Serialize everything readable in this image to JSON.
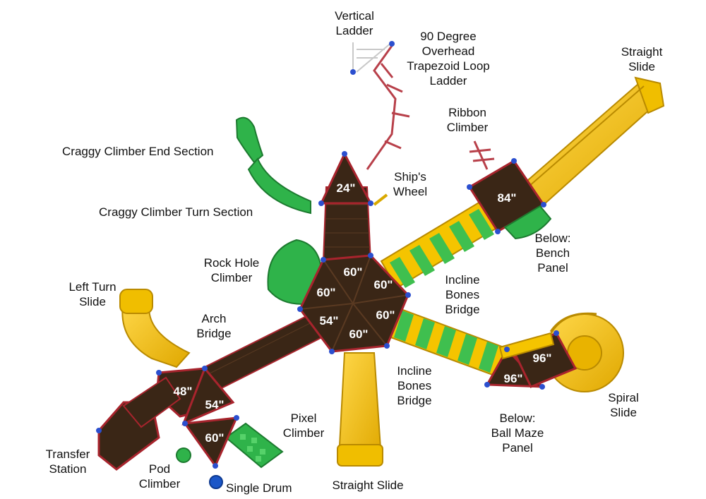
{
  "heights": {
    "tower_24": "24\"",
    "deck_84": "84\"",
    "hub_top": "60\"",
    "hub_left": "60\"",
    "hub_right": "60\"",
    "hub_lower_left": "54\"",
    "hub_lower_right": "60\"",
    "hub_bottom": "60\"",
    "deck_48": "48\"",
    "deck_54": "54\"",
    "deck_60_low": "60\"",
    "deck_96_left": "96\"",
    "deck_96_right": "96\""
  },
  "labels": {
    "vertical_ladder": "Vertical\nLadder",
    "overhead_ladder": "90 Degree\nOverhead\nTrapezoid Loop\nLadder",
    "straight_slide_top": "Straight\nSlide",
    "ribbon_climber": "Ribbon\nClimber",
    "craggy_end": "Craggy Climber End Section",
    "ships_wheel": "Ship's\nWheel",
    "craggy_turn": "Craggy Climber Turn Section",
    "bench_panel": "Below:\nBench\nPanel",
    "rock_hole": "Rock Hole\nClimber",
    "incline_bridge_upper": "Incline\nBones\nBridge",
    "left_turn_slide": "Left Turn\nSlide",
    "arch_bridge": "Arch\nBridge",
    "incline_bridge_lower": "Incline\nBones\nBridge",
    "spiral_slide": "Spiral\nSlide",
    "ball_maze": "Below:\nBall Maze\nPanel",
    "pixel_climber": "Pixel\nClimber",
    "transfer_station": "Transfer\nStation",
    "pod_climber": "Pod\nClimber",
    "single_drum": "Single Drum",
    "straight_slide_bottom": "Straight Slide"
  },
  "colors": {
    "deck": "#3a2616",
    "roof_edge": "#a8242d",
    "slide_yellow": "#f3c200",
    "slide_shade": "#c99400",
    "climber_green": "#2fb34a",
    "bridge_green": "#3fbf4f",
    "bridge_yellow": "#f5c400",
    "clamp_blue": "#2b4fcf",
    "rail_pink": "#b8404a"
  }
}
